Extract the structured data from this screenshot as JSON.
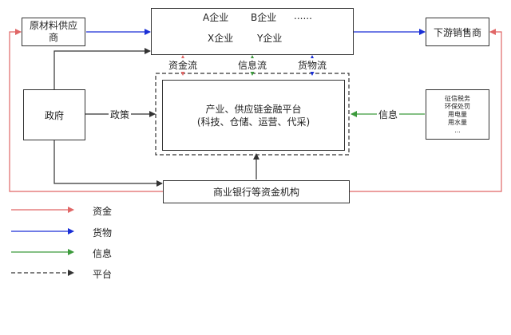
{
  "nodes": {
    "supplier": "原材料供应商",
    "enterprises": [
      "A企业",
      "B企业",
      "......",
      "X企业",
      "Y企业"
    ],
    "downstream": "下游销售商",
    "government": "政府",
    "platform_line1": "产业、供应链金融平台",
    "platform_line2": "(科技、仓储、运营、代采)",
    "bank": "商业银行等资金机构",
    "info_sources": [
      "征信税务",
      "环保处罚",
      "用电量",
      "用水量",
      "..."
    ]
  },
  "edge_labels": {
    "capital_flow": "资金流",
    "info_flow": "信息流",
    "goods_flow": "货物流",
    "policy": "政策",
    "info": "信息"
  },
  "legend": [
    {
      "label": "资金",
      "color": "#e06666",
      "style": "solid"
    },
    {
      "label": "货物",
      "color": "#1a2fd6",
      "style": "solid"
    },
    {
      "label": "信息",
      "color": "#3c9a3c",
      "style": "solid"
    },
    {
      "label": "平台",
      "color": "#333333",
      "style": "dashed"
    }
  ],
  "colors": {
    "capital": "#e06666",
    "goods": "#1a2fd6",
    "info": "#3c9a3c",
    "neutral": "#333333"
  }
}
